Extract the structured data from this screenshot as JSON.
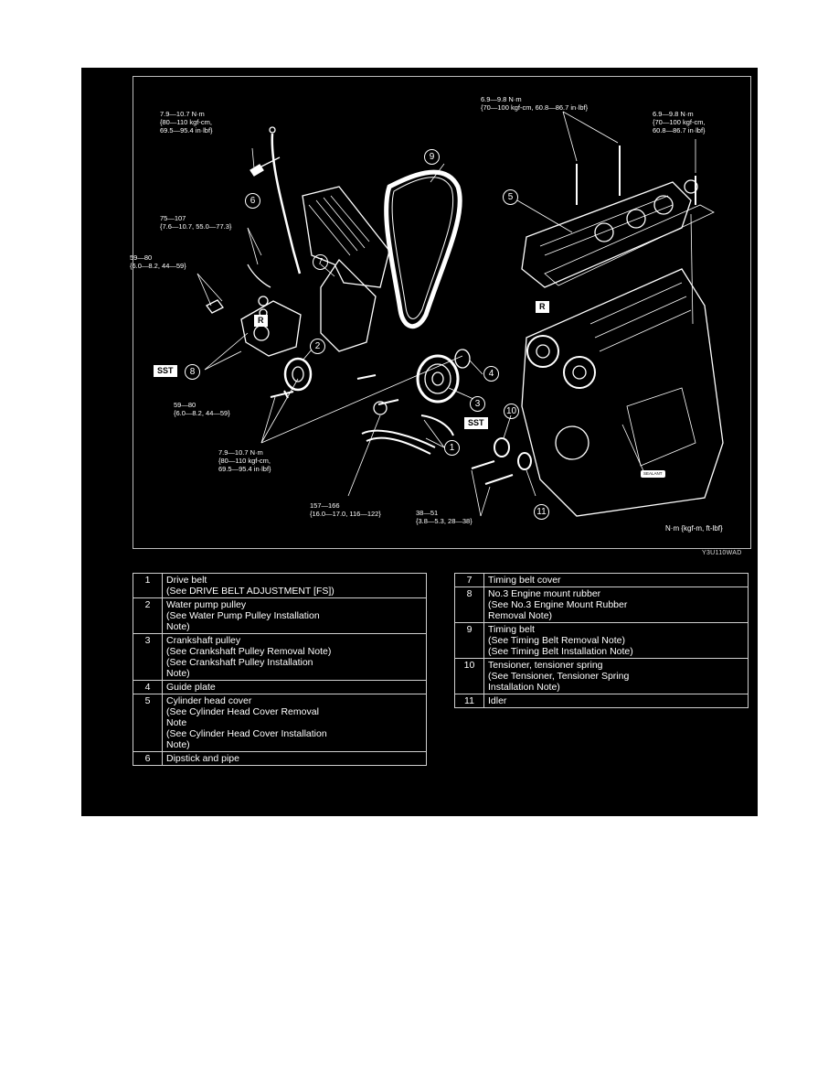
{
  "torque_labels": {
    "t_dipstick": "7.9—10.7 N·m\n{80—110 kgf-cm,\n69.5—95.4 in·lbf}",
    "t_mount_top": "75—107\n{7.6—10.7, 55.0—77.3}",
    "t_mount_left": "59—80\n{6.0—8.2, 44—59}",
    "t_mount_bottom": "59—80\n{6.0—8.2, 44—59}",
    "t_cover_bolts": "7.9—10.7 N·m\n{80—110 kgf-cm,\n69.5—95.4 in·lbf}",
    "t_crank": "157—166\n{16.0—17.0, 116—122}",
    "t_idler": "38—51\n{3.8—5.3, 28—38}",
    "t_head_cover_left": "6.9—9.8 N·m\n{70—100 kgf-cm, 60.8—86.7 in·lbf}",
    "t_head_cover_right": "6.9—9.8 N·m\n{70—100 kgf-cm,\n60.8—86.7 in·lbf}"
  },
  "callouts": {
    "c1": "1",
    "c2": "2",
    "c3": "3",
    "c4": "4",
    "c5": "5",
    "c6": "6",
    "c7": "7",
    "c8": "8",
    "c9": "9",
    "c10": "10",
    "c11": "11"
  },
  "tags": {
    "sst_left": "SST",
    "sst_right": "SST",
    "r_left": "R",
    "r_right": "R",
    "sealant": "SEALANT"
  },
  "units_note": "N·m {kgf-m, ft-lbf}",
  "figure_code": "Y3U110WAD",
  "legend_left": [
    {
      "num": "1",
      "text": "Drive belt\n(See DRIVE BELT ADJUSTMENT [FS])"
    },
    {
      "num": "2",
      "text": "Water pump pulley\n(See Water Pump Pulley Installation\nNote)"
    },
    {
      "num": "3",
      "text": "Crankshaft pulley\n(See Crankshaft Pulley Removal Note)\n(See Crankshaft Pulley Installation\nNote)"
    },
    {
      "num": "4",
      "text": "Guide plate"
    },
    {
      "num": "5",
      "text": "Cylinder head cover\n(See Cylinder Head Cover Removal\nNote\n(See Cylinder Head Cover Installation\nNote)"
    },
    {
      "num": "6",
      "text": "Dipstick and pipe"
    }
  ],
  "legend_right": [
    {
      "num": "7",
      "text": "Timing belt cover"
    },
    {
      "num": "8",
      "text": "No.3 Engine mount rubber\n(See No.3 Engine Mount Rubber\nRemoval Note)"
    },
    {
      "num": "9",
      "text": "Timing belt\n(See Timing Belt Removal Note)\n(See Timing Belt Installation Note)"
    },
    {
      "num": "10",
      "text": "Tensioner, tensioner spring\n(See Tensioner, Tensioner Spring\nInstallation Note)"
    },
    {
      "num": "11",
      "text": "Idler"
    }
  ]
}
